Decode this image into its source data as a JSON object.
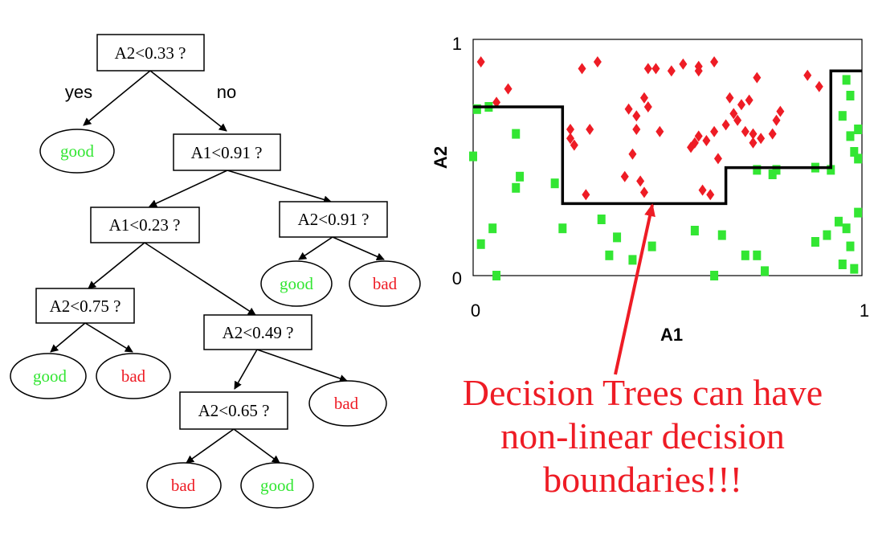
{
  "colors": {
    "good": "#33e633",
    "bad": "#ee1c25",
    "line": "#000000",
    "arrow": "#ee1c25"
  },
  "tree": {
    "edge_yes": "yes",
    "edge_no": "no",
    "nodes": {
      "root": "A2<0.33 ?",
      "n_a1_091": "A1<0.91 ?",
      "n_a1_023": "A1<0.23 ?",
      "n_a2_091": "A2<0.91 ?",
      "n_a2_075": "A2<0.75 ?",
      "n_a2_049": "A2<0.49 ?",
      "n_a2_065": "A2<0.65 ?"
    },
    "leaves": {
      "leaf1": {
        "label": "good",
        "class": "good"
      },
      "leaf2": {
        "label": "good",
        "class": "good"
      },
      "leaf3": {
        "label": "bad",
        "class": "bad"
      },
      "leaf4": {
        "label": "good",
        "class": "good"
      },
      "leaf5": {
        "label": "bad",
        "class": "bad"
      },
      "leaf6": {
        "label": "bad",
        "class": "bad"
      },
      "leaf7": {
        "label": "bad",
        "class": "bad"
      },
      "leaf8": {
        "label": "good",
        "class": "good"
      }
    }
  },
  "chart_data": {
    "type": "scatter",
    "xlabel": "A1",
    "ylabel": "A2",
    "xlim": [
      0,
      1
    ],
    "ylim": [
      0,
      1
    ],
    "x_tick_labels": [
      "0",
      "1"
    ],
    "y_tick_labels": [
      "0",
      "1"
    ],
    "series": [
      {
        "class": "bad",
        "marker": "diamond",
        "points": [
          [
            0.02,
            0.95
          ],
          [
            0.09,
            0.83
          ],
          [
            0.06,
            0.77
          ],
          [
            0.28,
            0.92
          ],
          [
            0.32,
            0.95
          ],
          [
            0.45,
            0.92
          ],
          [
            0.47,
            0.92
          ],
          [
            0.54,
            0.94
          ],
          [
            0.58,
            0.93
          ],
          [
            0.62,
            0.95
          ],
          [
            0.58,
            0.91
          ],
          [
            0.51,
            0.91
          ],
          [
            0.73,
            0.88
          ],
          [
            0.86,
            0.89
          ],
          [
            0.89,
            0.84
          ],
          [
            0.25,
            0.65
          ],
          [
            0.25,
            0.61
          ],
          [
            0.26,
            0.58
          ],
          [
            0.3,
            0.65
          ],
          [
            0.4,
            0.74
          ],
          [
            0.42,
            0.71
          ],
          [
            0.44,
            0.79
          ],
          [
            0.45,
            0.75
          ],
          [
            0.42,
            0.65
          ],
          [
            0.48,
            0.64
          ],
          [
            0.41,
            0.54
          ],
          [
            0.58,
            0.62
          ],
          [
            0.62,
            0.64
          ],
          [
            0.65,
            0.67
          ],
          [
            0.67,
            0.72
          ],
          [
            0.68,
            0.69
          ],
          [
            0.66,
            0.79
          ],
          [
            0.69,
            0.76
          ],
          [
            0.71,
            0.78
          ],
          [
            0.7,
            0.64
          ],
          [
            0.72,
            0.63
          ],
          [
            0.74,
            0.61
          ],
          [
            0.72,
            0.59
          ],
          [
            0.77,
            0.63
          ],
          [
            0.78,
            0.69
          ],
          [
            0.79,
            0.73
          ],
          [
            0.6,
            0.6
          ],
          [
            0.57,
            0.59
          ],
          [
            0.56,
            0.57
          ],
          [
            0.63,
            0.52
          ],
          [
            0.39,
            0.44
          ],
          [
            0.43,
            0.42
          ],
          [
            0.44,
            0.37
          ],
          [
            0.29,
            0.36
          ],
          [
            0.61,
            0.36
          ],
          [
            0.59,
            0.38
          ]
        ]
      },
      {
        "class": "good",
        "marker": "square",
        "points": [
          [
            0.01,
            0.74
          ],
          [
            0.04,
            0.75
          ],
          [
            0.0,
            0.53
          ],
          [
            0.11,
            0.63
          ],
          [
            0.12,
            0.44
          ],
          [
            0.11,
            0.39
          ],
          [
            0.21,
            0.41
          ],
          [
            0.05,
            0.21
          ],
          [
            0.02,
            0.14
          ],
          [
            0.06,
            0.0
          ],
          [
            0.23,
            0.21
          ],
          [
            0.33,
            0.25
          ],
          [
            0.37,
            0.17
          ],
          [
            0.35,
            0.09
          ],
          [
            0.41,
            0.07
          ],
          [
            0.46,
            0.13
          ],
          [
            0.57,
            0.2
          ],
          [
            0.64,
            0.18
          ],
          [
            0.62,
            0.0
          ],
          [
            0.7,
            0.09
          ],
          [
            0.75,
            0.02
          ],
          [
            0.78,
            0.47
          ],
          [
            0.77,
            0.45
          ],
          [
            0.73,
            0.09
          ],
          [
            0.73,
            0.47
          ],
          [
            0.88,
            0.48
          ],
          [
            0.92,
            0.47
          ],
          [
            0.88,
            0.15
          ],
          [
            0.91,
            0.18
          ],
          [
            0.94,
            0.24
          ],
          [
            0.96,
            0.21
          ],
          [
            0.99,
            0.28
          ],
          [
            0.98,
            0.03
          ],
          [
            0.95,
            0.05
          ],
          [
            0.97,
            0.13
          ],
          [
            0.99,
            0.52
          ],
          [
            0.98,
            0.55
          ],
          [
            0.97,
            0.62
          ],
          [
            0.99,
            0.65
          ],
          [
            0.96,
            0.87
          ],
          [
            0.97,
            0.8
          ],
          [
            0.95,
            0.71
          ]
        ]
      }
    ],
    "boundary": [
      [
        0.0,
        0.75
      ],
      [
        0.23,
        0.75
      ],
      [
        0.23,
        0.32
      ],
      [
        0.65,
        0.32
      ],
      [
        0.65,
        0.48
      ],
      [
        0.92,
        0.48
      ],
      [
        0.92,
        0.91
      ],
      [
        1.0,
        0.91
      ]
    ]
  },
  "caption": {
    "line1": "Decision Trees can have",
    "line2": "non-linear decision",
    "line3": "boundaries!!!"
  }
}
